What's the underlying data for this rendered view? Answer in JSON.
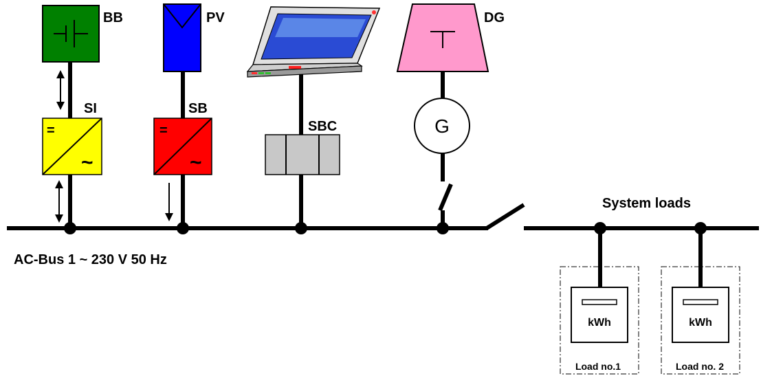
{
  "labels": {
    "bb": "BB",
    "pv": "PV",
    "si": "SI",
    "sb": "SB",
    "sbc": "SBC",
    "dg": "DG",
    "generator": "G",
    "equals": "=",
    "tilde": "~",
    "bus": "AC-Bus 1 ~ 230 V 50 Hz",
    "system_loads": "System loads",
    "meter_unit": "kWh",
    "load1": "Load no.1",
    "load2": "Load no. 2"
  },
  "colors": {
    "battery": "#008000",
    "pv": "#0000ff",
    "sunny_island": "#ffff00",
    "sunny_boy": "#ff0000",
    "sunny_backup": "#c8c8c8",
    "diesel": "#ff99cc"
  },
  "icons": {
    "battery": "battery-icon",
    "pv": "pv-panel-icon",
    "computer": "laptop-icon",
    "generator": "generator-icon",
    "switch": "switch-icon",
    "meter": "energy-meter-icon"
  }
}
